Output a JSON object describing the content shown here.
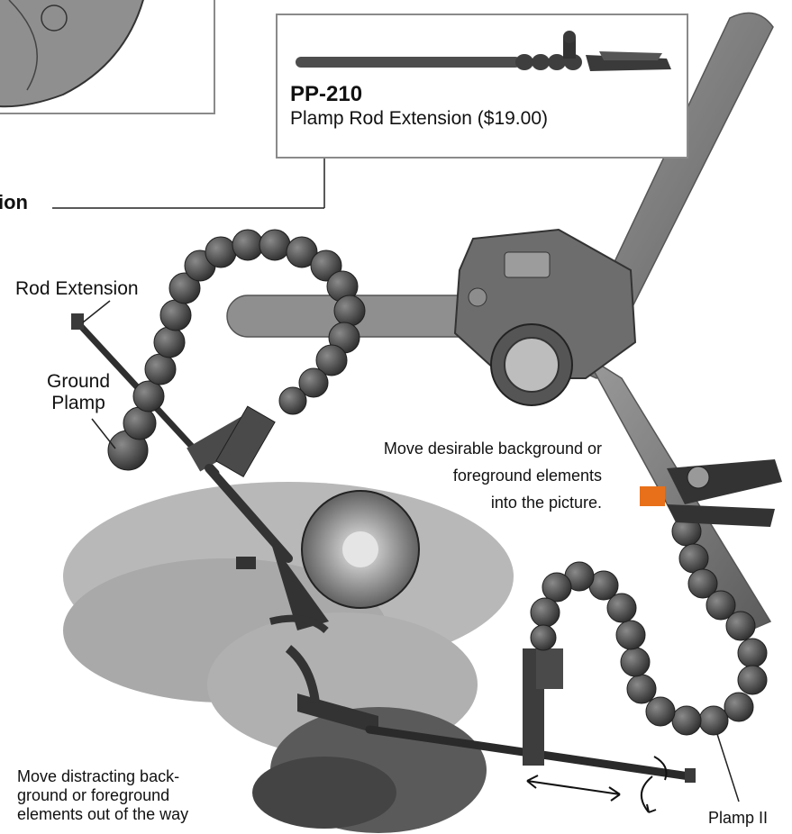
{
  "product_card": {
    "code": "PP-210",
    "description": "Plamp Rod Extension ($19.00)"
  },
  "callouts": {
    "truncated_heading": "ion",
    "rod_extension": "Rod Extension",
    "ground_plamp_line1": "Ground",
    "ground_plamp_line2": "Plamp",
    "move_desirable_line1": "Move desirable background or",
    "move_desirable_line2": "foreground elements",
    "move_desirable_line3": "into the picture.",
    "move_distracting_line1": "Move distracting back-",
    "move_distracting_line2": "ground or foreground",
    "move_distracting_line3": "elements out of the way",
    "plamp_ii": "Plamp II"
  },
  "colors": {
    "accent_orange": "#e8701a",
    "frame_gray": "#8a8a8a",
    "device_dark": "#3a3a3a",
    "device_mid": "#8c8c8c",
    "foliage": "#a9a9a9"
  }
}
